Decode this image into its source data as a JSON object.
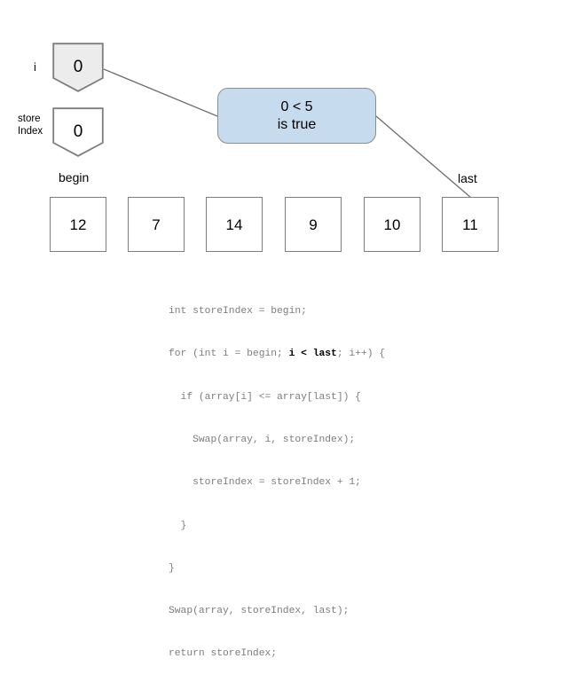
{
  "diagram": {
    "title_hidden": "Quicksort partition step visualization",
    "variables": [
      {
        "name": "i",
        "label": "i",
        "value": "0",
        "fill": "#ececec",
        "multiline": false
      },
      {
        "name": "store-index",
        "label": "store\nIndex",
        "value": "0",
        "fill": "#ffffff",
        "multiline": true
      }
    ],
    "callout": {
      "line1": "0 < 5",
      "line2": "is true",
      "fill": "#c7dbef",
      "border": "#8d8d8d"
    },
    "array": {
      "values": [
        "12",
        "7",
        "14",
        "9",
        "10",
        "11"
      ],
      "cell_border": "#7e7e7e",
      "cell_fill": "#ffffff"
    },
    "pointers": {
      "begin": "begin",
      "last": "last"
    },
    "connector_color": "#6e6e6e",
    "code": {
      "lines": [
        {
          "text": "int storeIndex = begin;"
        },
        {
          "pre": "for (int i = begin; ",
          "bold": "i < last",
          "post": "; i++) {"
        },
        {
          "text": "  if (array[i] <= array[last]) {"
        },
        {
          "text": "    Swap(array, i, storeIndex);"
        },
        {
          "text": "    storeIndex = storeIndex + 1;"
        },
        {
          "text": "  }"
        },
        {
          "text": "}"
        },
        {
          "text": "Swap(array, storeIndex, last);"
        },
        {
          "text": "return storeIndex;"
        }
      ]
    }
  }
}
